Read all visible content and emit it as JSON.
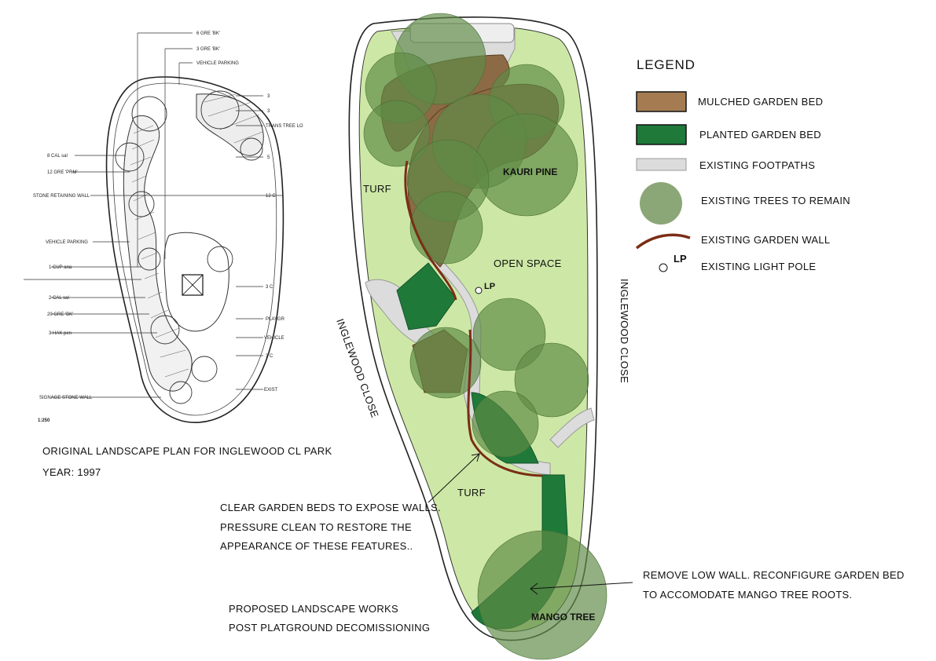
{
  "original_plan": {
    "caption": "ORIGINAL LANDSCAPE PLAN FOR INGLEWOOD CL PARK",
    "year": "YEAR: 1997",
    "scale": "1:250",
    "annotations_left": [
      "8  CAL sal",
      "12  GRE 'PRM'",
      "STONE RETAINING WALL",
      "VEHICLE PARKING",
      "1  CUP ana",
      "2  CAL sal",
      "20  GRE 'BK'",
      "3  HAK pen",
      "SIGNAGE STONE WALL"
    ],
    "annotations_top": [
      "6  GRE 'BK'",
      "3  GRE 'BK'",
      "VEHICLE PARKING"
    ],
    "annotations_right": [
      "3",
      "3",
      "TRANS TREE LO",
      "5",
      "12  C",
      "3  C",
      "PLAYGR",
      "VEHICLE",
      "3  C",
      "EXIST"
    ]
  },
  "proposed": {
    "title_line1": "PROPOSED LANDSCAPE WORKS",
    "title_line2": "POST PLATGROUND DECOMISSIONING",
    "labels": {
      "turf_top": "TURF",
      "turf_bottom": "TURF",
      "kauri_pine": "KAURI PINE",
      "open_space": "OPEN SPACE",
      "light_pole": "LP",
      "mango_tree": "MANGO TREE",
      "street_west": "INGLEWOOD CLOSE",
      "street_east": "INGLEWOOD CLOSE"
    },
    "notes": {
      "walls": [
        "CLEAR GARDEN BEDS TO EXPOSE WALLS.",
        "PRESSURE CLEAN TO RESTORE THE",
        "APPEARANCE OF THESE FEATURES.."
      ],
      "mango": [
        "REMOVE LOW WALL. RECONFIGURE GARDEN BED",
        "TO ACCOMODATE MANGO TREE ROOTS."
      ]
    }
  },
  "legend": {
    "title": "LEGEND",
    "items": [
      {
        "label": "MULCHED GARDEN BED",
        "color": "#a57c52"
      },
      {
        "label": "PLANTED GARDEN BED",
        "color": "#1f7a3a"
      },
      {
        "label": "EXISTING FOOTPATHS",
        "color": "#dcdcdc"
      },
      {
        "label": "EXISTING TREES TO REMAIN",
        "color": "#7f9d68"
      },
      {
        "label": "EXISTING GARDEN WALL",
        "color": "#7b2d16"
      },
      {
        "label": "EXISTING LIGHT POLE",
        "symbol": "LP"
      }
    ]
  },
  "colors": {
    "turf": "#cde8a6",
    "tree_canopy": "#5f8a45",
    "path": "#dcdcdc",
    "mulch": "#a57c52",
    "planted": "#1f7a3a",
    "wall": "#7b2d16"
  }
}
